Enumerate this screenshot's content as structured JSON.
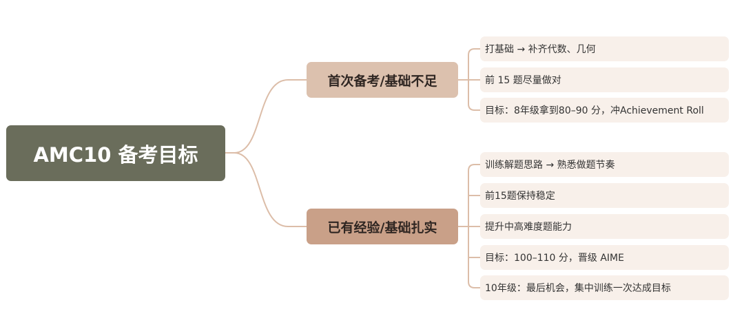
{
  "root": {
    "label": "AMC10 备考目标"
  },
  "branches": [
    {
      "label": "首次备考/基础不足",
      "leaves": [
        "打基础 → 补齐代数、几何",
        "前 15 题尽量做对",
        "目标：8年级拿到80–90 分，冲Achievement Roll"
      ]
    },
    {
      "label": "已有经验/基础扎实",
      "leaves": [
        "训练解题思路 → 熟悉做题节奏",
        "前15题保持稳定",
        "提升中高难度题能力",
        "目标：100–110 分，晋级 AIME",
        "10年级：最后机会，集中训练一次达成目标"
      ]
    }
  ],
  "colors": {
    "root": "#6a6d5b",
    "branch1": "#dcc1ae",
    "branch2": "#c9a088",
    "leaf": "#f8f0ea",
    "connector": "#dcbda8"
  }
}
